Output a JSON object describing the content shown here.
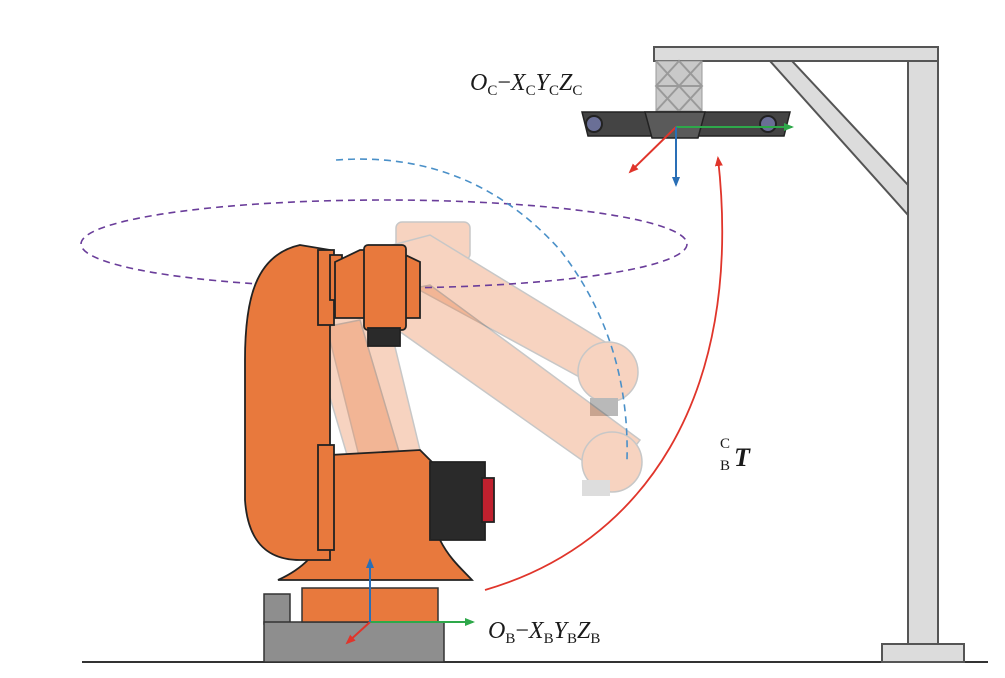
{
  "camera_frame": {
    "origin": "O",
    "origin_sub": "C",
    "dash": "−",
    "x": "X",
    "x_sub": "C",
    "y": "Y",
    "y_sub": "C",
    "z": "Z",
    "z_sub": "C"
  },
  "base_frame": {
    "origin": "O",
    "origin_sub": "B",
    "dash": "−",
    "x": "X",
    "x_sub": "B",
    "y": "Y",
    "y_sub": "B",
    "z": "Z",
    "z_sub": "B"
  },
  "transform": {
    "sup": "C",
    "sub": "B",
    "symbol": "T"
  },
  "colors": {
    "robot_orange": "#E8793D",
    "robot_dark": "#2A2A2A",
    "robot_red": "#C0202E",
    "base_gray": "#8E8E8E",
    "frame_gray": "#DCDCDC",
    "axis_x": "#2EA84A",
    "axis_y": "#E0352B",
    "axis_z": "#2A6FB6",
    "transform_arrow": "#E0352B",
    "ellipse_dashed": "#6A3D9A",
    "arc_dashed": "#4A90C8"
  }
}
